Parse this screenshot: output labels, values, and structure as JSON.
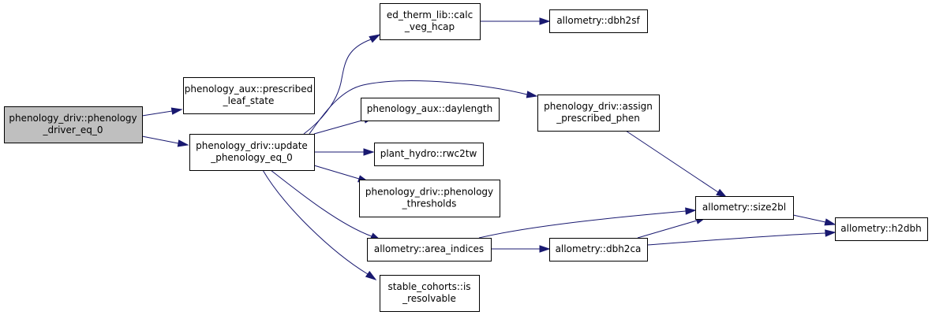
{
  "colors": {
    "edge": "#191970",
    "root_fill": "#bfbfbf",
    "node_fill": "#ffffff",
    "node_border": "#000000"
  },
  "nodes": [
    {
      "id": "n0",
      "lines": [
        "phenology_driv::phenology",
        "_driver_eq_0"
      ],
      "root": true
    },
    {
      "id": "n1",
      "lines": [
        "phenology_aux::prescribed",
        "_leaf_state"
      ]
    },
    {
      "id": "n2",
      "lines": [
        "phenology_driv::update",
        "_phenology_eq_0"
      ]
    },
    {
      "id": "n3",
      "lines": [
        "ed_therm_lib::calc",
        "_veg_hcap"
      ]
    },
    {
      "id": "n4",
      "lines": [
        "allometry::dbh2sf"
      ]
    },
    {
      "id": "n5",
      "lines": [
        "phenology_driv::assign",
        "_prescribed_phen"
      ]
    },
    {
      "id": "n6",
      "lines": [
        "phenology_aux::daylength"
      ]
    },
    {
      "id": "n7",
      "lines": [
        "plant_hydro::rwc2tw"
      ]
    },
    {
      "id": "n8",
      "lines": [
        "phenology_driv::phenology",
        "_thresholds"
      ]
    },
    {
      "id": "n9",
      "lines": [
        "allometry::size2bl"
      ]
    },
    {
      "id": "n10",
      "lines": [
        "allometry::area_indices"
      ]
    },
    {
      "id": "n11",
      "lines": [
        "allometry::dbh2ca"
      ]
    },
    {
      "id": "n12",
      "lines": [
        "allometry::h2dbh"
      ]
    },
    {
      "id": "n13",
      "lines": [
        "stable_cohorts::is",
        "_resolvable"
      ]
    }
  ],
  "edges": [
    [
      "n0",
      "n1"
    ],
    [
      "n0",
      "n2"
    ],
    [
      "n2",
      "n3"
    ],
    [
      "n2",
      "n5"
    ],
    [
      "n2",
      "n6"
    ],
    [
      "n2",
      "n7"
    ],
    [
      "n2",
      "n8"
    ],
    [
      "n2",
      "n10"
    ],
    [
      "n2",
      "n13"
    ],
    [
      "n3",
      "n4"
    ],
    [
      "n5",
      "n9"
    ],
    [
      "n10",
      "n9"
    ],
    [
      "n10",
      "n11"
    ],
    [
      "n11",
      "n9"
    ],
    [
      "n11",
      "n12"
    ],
    [
      "n9",
      "n12"
    ]
  ]
}
